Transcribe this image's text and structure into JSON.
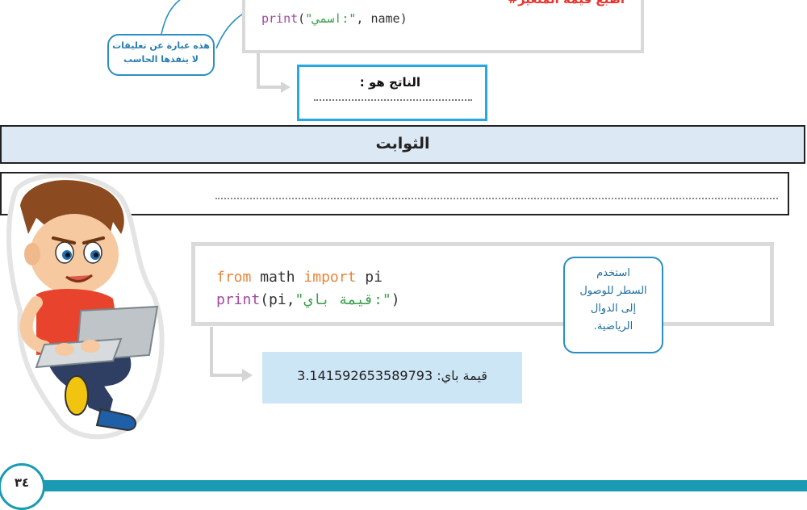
{
  "top_code": {
    "comment": "أطبع قيمة المتغير#",
    "print_kw": "print",
    "print_paren_open": "(",
    "print_string": "\"اسمي:\"",
    "print_rest": ", name)"
  },
  "bubble_top": {
    "line1": "هذه عبارة عن تعليقات",
    "line2": "لا ينفذها الحاسب"
  },
  "output": {
    "label": "الناتج هو :"
  },
  "section": {
    "title": "الثوابت"
  },
  "mid_code": {
    "line1_from": "from",
    "line1_mod": " math ",
    "line1_import": "import",
    "line1_name": " pi",
    "line2_print": "print",
    "line2_args": "(pi,",
    "line2_string": "\"قيمة باي:\"",
    "line2_close": ")"
  },
  "bubble_mid": {
    "line1": "استخدم",
    "line2": "السطر للوصول",
    "line3": "إلى الدوال",
    "line4": "الرياضية."
  },
  "result": {
    "text": "قيمة باي: 3.141592653589793"
  },
  "footer": {
    "page_number": "٣٤"
  },
  "colors": {
    "accent_blue": "#26a9e0",
    "teal_bar": "#1a9bb1",
    "comment_red": "#e8352f",
    "keyword_orange": "#e8863a",
    "string_green": "#3aa04a",
    "print_purple": "#a3489f",
    "result_bg": "#cde6f5",
    "section_bg": "#dde8f5"
  }
}
